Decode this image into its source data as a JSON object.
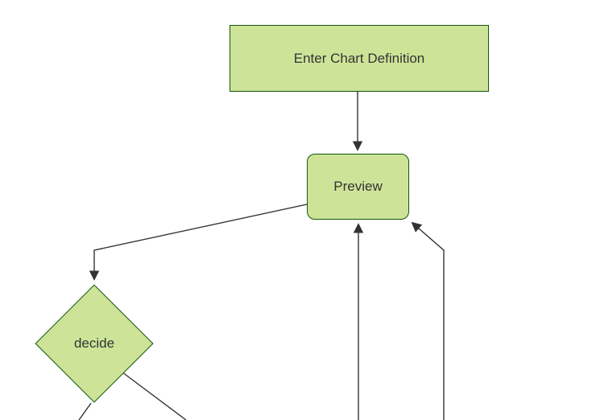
{
  "diagram": {
    "type": "flowchart",
    "background": "#ffffff",
    "colors": {
      "node_fill": "#cde498",
      "node_border": "#13540c",
      "edge": "#333333",
      "label_text": "#333333"
    },
    "nodes": [
      {
        "id": "enter-chart-definition",
        "label": "Enter Chart Definition",
        "shape": "rectangle"
      },
      {
        "id": "preview",
        "label": "Preview",
        "shape": "rounded-rectangle"
      },
      {
        "id": "decide",
        "label": "decide",
        "shape": "diamond"
      }
    ],
    "edges": [
      {
        "from": "enter-chart-definition",
        "to": "preview",
        "arrow": true
      },
      {
        "from": "preview",
        "to": "decide",
        "arrow": true
      },
      {
        "from": "decide",
        "to": "offscreen-bottom-left",
        "arrow": false
      },
      {
        "from": "decide",
        "to": "offscreen-bottom-right",
        "arrow": false
      },
      {
        "from": "offscreen-bottom-center",
        "to": "preview",
        "arrow": true
      },
      {
        "from": "offscreen-bottom-right",
        "to": "preview",
        "arrow": true
      }
    ]
  }
}
